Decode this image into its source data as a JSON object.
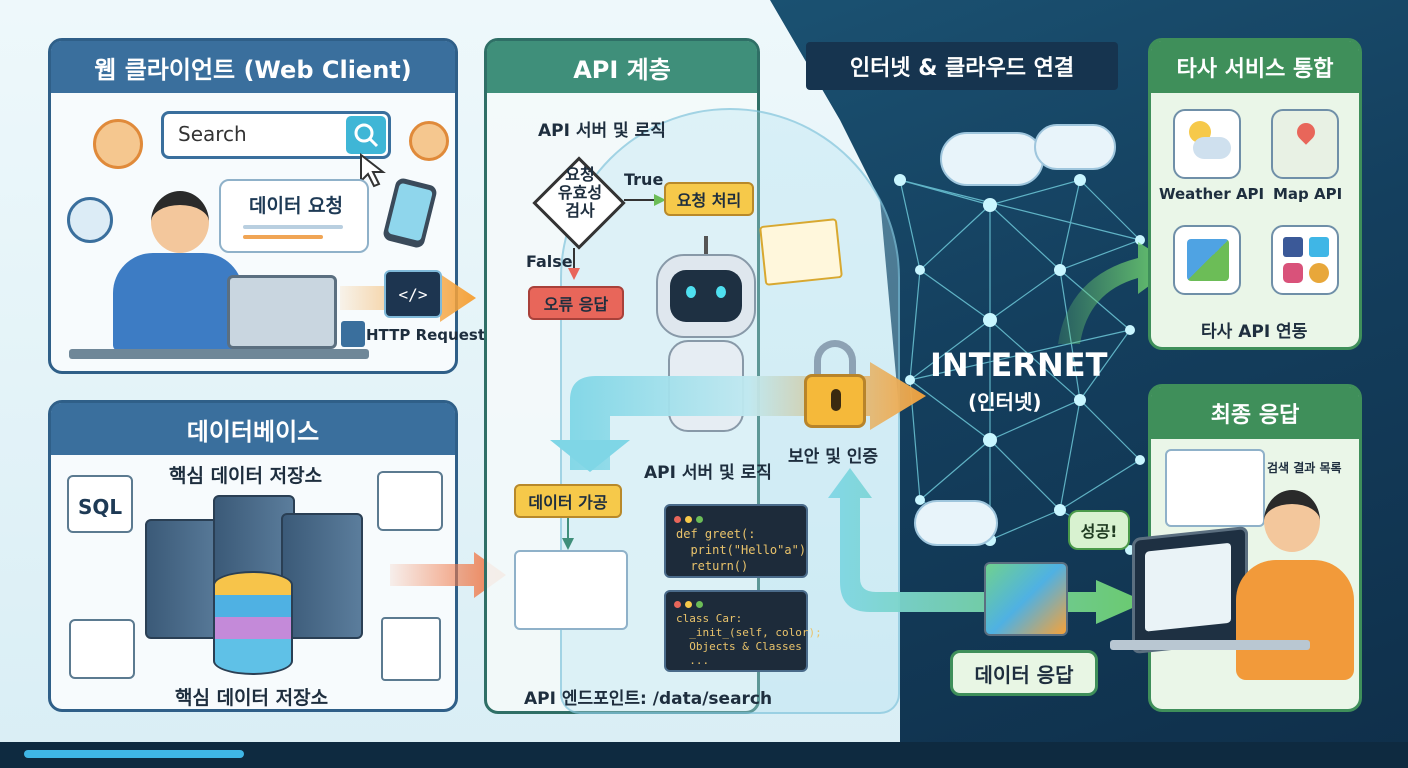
{
  "web_client": {
    "title": "웹 클라이언트 (Web Client)",
    "search_placeholder": "Search",
    "request_bubble": "데이터 요청",
    "http_label": "HTTP Request"
  },
  "database": {
    "title": "데이터베이스",
    "top_label": "핵심 데이터 저장소",
    "bottom_label": "핵심 데이터 저장소",
    "sql_label": "SQL"
  },
  "api_layer": {
    "title": "API 계층",
    "server_logic_top": "API 서버 및 로직",
    "decision": "요청\n유효성\n검사",
    "true_label": "True",
    "false_label": "False",
    "process_label": "요청 처리",
    "error_label": "오류 응답",
    "server_logic_bottom": "API 서버 및 로직",
    "data_processing": "데이터 가공",
    "security_label": "보안 및 인증",
    "endpoint_label": "API 엔드포인트: /data/search",
    "code1": [
      "def greet(:",
      "  print(\"Hello\"a\")",
      "  return()"
    ],
    "code2": [
      "class Car:",
      "  _init_(self, color);",
      "  Objects & Classes",
      "  ..."
    ]
  },
  "internet": {
    "header": "인터넷 & 클라우드 연결",
    "main": "INTERNET",
    "sub": "(인터넷)",
    "data_response": "데이터 응답",
    "success": "성공!"
  },
  "third_party": {
    "title": "타사 서비스 통합",
    "weather": "Weather API",
    "map": "Map API",
    "footer": "타사 API 연동"
  },
  "final_response": {
    "title": "최종 응답",
    "result_label": "검색 결과 목록"
  },
  "colors": {
    "panel_blue": "#3a6f9d",
    "api_green": "#3f8f7a",
    "dark_navy": "#143f5e",
    "arrow_orange": "#f5a23a",
    "box_yellow": "#f6c94a",
    "box_red": "#e8665a"
  }
}
